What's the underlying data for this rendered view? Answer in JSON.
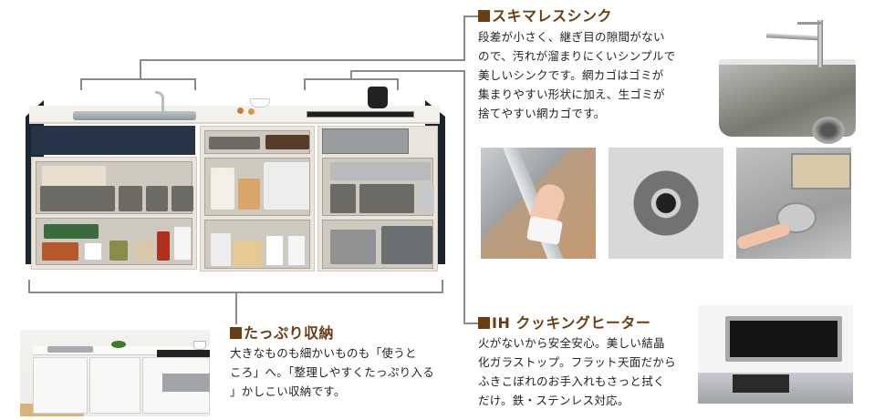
{
  "sections": {
    "sink": {
      "title": "スキマレスシンク",
      "lines": [
        "段差が小さく、継ぎ目の隙間がない",
        "ので、汚れが溜まりにくいシンプルで",
        "美しいシンクです。網カゴはゴミが",
        "集まりやすい形状に加え、生ゴミが",
        "捨てやすい網カゴです。"
      ]
    },
    "storage": {
      "title": "たっぷり収納",
      "lines": [
        "大きなものも細かいものも「使うと",
        "ころ」へ。「整理しやすくたっぷり入る",
        "」かしこい収納です。"
      ]
    },
    "ih": {
      "title": "IH クッキングヒーター",
      "lines": [
        "火がないから安全安心。美しい結晶",
        "化ガラストップ。フラット天面だから",
        "ふきこぼれのお手入れもさっと拭く",
        "だけ。鉄・ステンレス対応。"
      ]
    }
  },
  "images": {
    "main": "kitchen-storage-illustration",
    "sink_closeup": "stainless-sink-with-faucet",
    "detail_1": "hand-wiping-sink-edge",
    "detail_2": "sink-drain-closeup",
    "detail_3": "hand-holding-mesh-basket",
    "ih_cooktop": "ih-cooking-heater",
    "full_kitchen": "white-system-kitchen"
  },
  "colors": {
    "title": "#6b3d12",
    "leader_line": "#8a8a8a",
    "body_text": "#222222"
  }
}
